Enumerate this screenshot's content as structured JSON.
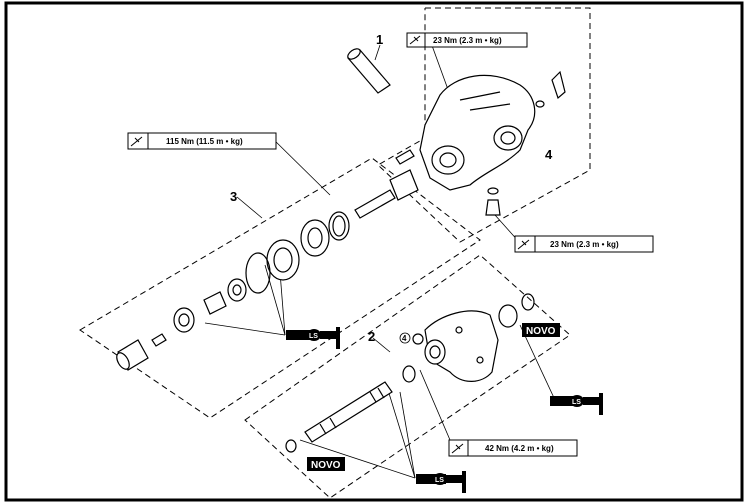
{
  "callouts": {
    "c1": "1",
    "c2": "2",
    "c3": "3",
    "c4": "4"
  },
  "torques": {
    "top": "23 Nm (2.3 m • kg)",
    "left": "115 Nm (11.5 m • kg)",
    "right": "23 Nm (2.3 m • kg)",
    "bottom": "42 Nm (4.2 m • kg)"
  },
  "badges": {
    "novo_right": "NOVO",
    "novo_bottom": "NOVO",
    "small_4": "4"
  },
  "lube_symbol_text": "LS",
  "colors": {
    "line": "#000000",
    "badge_bg": "#000000",
    "badge_text": "#ffffff",
    "background": "#ffffff"
  }
}
